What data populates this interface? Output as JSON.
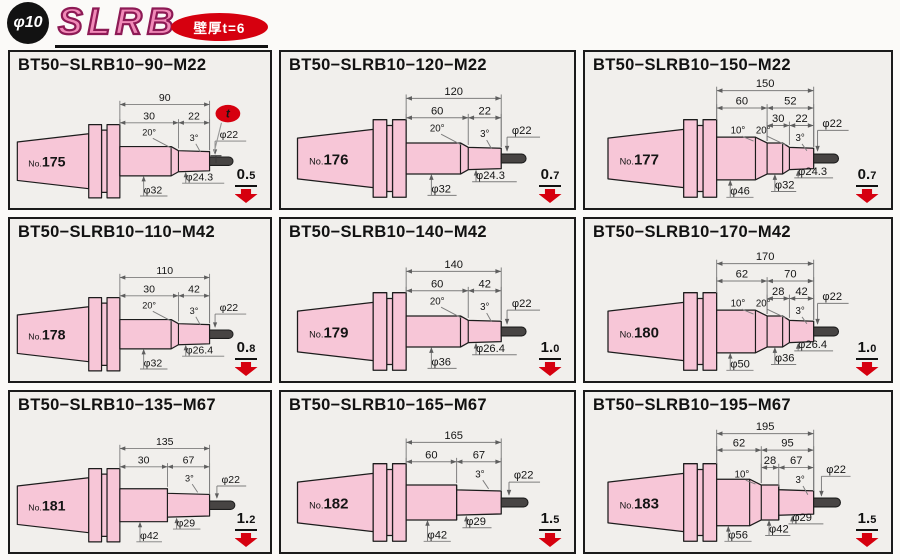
{
  "page": {
    "logo_phi": "φ10",
    "logo_title": "SLRB",
    "badge": "壁厚t=6"
  },
  "colors": {
    "pink": "#f7c6d7",
    "red": "#d6000f",
    "magenta": "#f18ab8",
    "dim_line": "#7d7d7d",
    "stub": "#474443"
  },
  "panels": [
    {
      "model": "BT50−SLRB10−90−M22",
      "no_prefix": "No.",
      "no": "175",
      "variant": "A",
      "weight": "0.5",
      "t_badge": true,
      "t_label": "t",
      "dims": {
        "total": "90",
        "a": "30",
        "b": "22"
      },
      "angles": [
        "20°",
        "3°"
      ],
      "dia_tip": "φ22",
      "dia_nose": "φ24.3",
      "dia_body": "φ32"
    },
    {
      "model": "BT50−SLRB10−120−M22",
      "no_prefix": "No.",
      "no": "176",
      "variant": "A",
      "weight": "0.7",
      "t_badge": false,
      "dims": {
        "total": "120",
        "a": "60",
        "b": "22"
      },
      "angles": [
        "20°",
        "3°"
      ],
      "dia_tip": "φ22",
      "dia_nose": "φ24.3",
      "dia_body": "φ32"
    },
    {
      "model": "BT50−SLRB10−150−M22",
      "no_prefix": "No.",
      "no": "177",
      "variant": "B",
      "weight": "0.7",
      "t_badge": false,
      "dims": {
        "total": "150",
        "a": "60",
        "b": "52",
        "c": "30",
        "d": "22"
      },
      "angles": [
        "10°",
        "20°",
        "3°"
      ],
      "dia_tip": "φ22",
      "dia_nose": "φ24.3",
      "dia_body": "φ32",
      "dia_big": "φ46"
    },
    {
      "model": "BT50−SLRB10−110−M42",
      "no_prefix": "No.",
      "no": "178",
      "variant": "A",
      "weight": "0.8",
      "t_badge": false,
      "dims": {
        "total": "110",
        "a": "30",
        "b": "42"
      },
      "angles": [
        "20°",
        "3°"
      ],
      "dia_tip": "φ22",
      "dia_nose": "φ26.4",
      "dia_body": "φ32"
    },
    {
      "model": "BT50−SLRB10−140−M42",
      "no_prefix": "No.",
      "no": "179",
      "variant": "A",
      "weight": "1.0",
      "t_badge": false,
      "dims": {
        "total": "140",
        "a": "60",
        "b": "42"
      },
      "angles": [
        "20°",
        "3°"
      ],
      "dia_tip": "φ22",
      "dia_nose": "φ26.4",
      "dia_body": "φ36"
    },
    {
      "model": "BT50−SLRB10−170−M42",
      "no_prefix": "No.",
      "no": "180",
      "variant": "B",
      "weight": "1.0",
      "t_badge": false,
      "dims": {
        "total": "170",
        "a": "62",
        "b": "70",
        "c": "28",
        "d": "42"
      },
      "angles": [
        "10°",
        "20°",
        "3°"
      ],
      "dia_tip": "φ22",
      "dia_nose": "φ26.4",
      "dia_body": "φ36",
      "dia_big": "φ50"
    },
    {
      "model": "BT50−SLRB10−135−M67",
      "no_prefix": "No.",
      "no": "181",
      "variant": "C",
      "weight": "1.2",
      "t_badge": false,
      "dims": {
        "total": "135",
        "a": "30",
        "b": "67"
      },
      "angles": [
        "3°"
      ],
      "dia_tip": "φ22",
      "dia_nose": "φ29",
      "dia_body": "φ42"
    },
    {
      "model": "BT50−SLRB10−165−M67",
      "no_prefix": "No.",
      "no": "182",
      "variant": "C",
      "weight": "1.5",
      "t_badge": false,
      "dims": {
        "total": "165",
        "a": "60",
        "b": "67"
      },
      "angles": [
        "3°"
      ],
      "dia_tip": "φ22",
      "dia_nose": "φ29",
      "dia_body": "φ42"
    },
    {
      "model": "BT50−SLRB10−195−M67",
      "no_prefix": "No.",
      "no": "183",
      "variant": "D",
      "weight": "1.5",
      "t_badge": false,
      "dims": {
        "total": "195",
        "a": "62",
        "b": "95",
        "c": "28",
        "d": "67"
      },
      "angles": [
        "10°",
        "3°"
      ],
      "dia_tip": "φ22",
      "dia_nose": "φ29",
      "dia_body": "φ42",
      "dia_big": "φ56"
    }
  ]
}
